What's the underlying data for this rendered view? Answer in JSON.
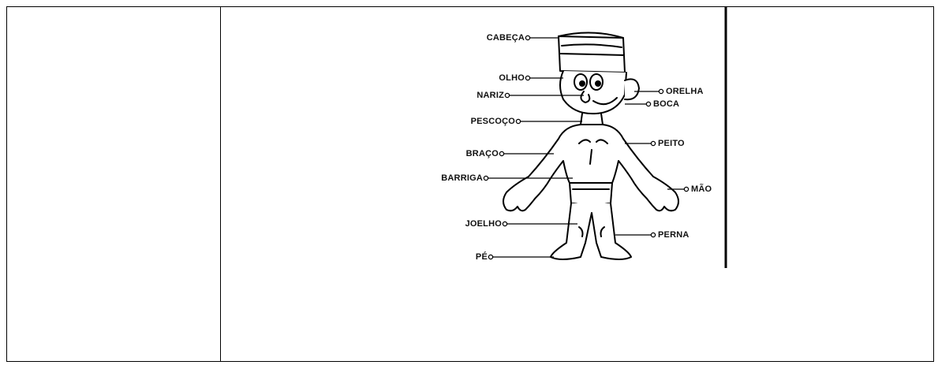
{
  "labels": {
    "cabeca": "CABEÇA",
    "olho": "OLHO",
    "nariz": "NARIZ",
    "pescoco": "PESCOÇO",
    "braco": "BRAÇO",
    "barriga": "BARRIGA",
    "joelho": "JOELHO",
    "pe": "PÉ",
    "orelha": "ORELHA",
    "boca": "BOCA",
    "peito": "PEITO",
    "mao": "MÃO",
    "perna": "PERNA"
  }
}
